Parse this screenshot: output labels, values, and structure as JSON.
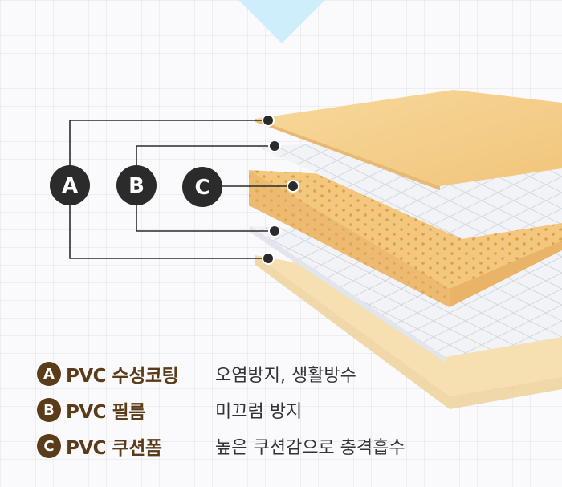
{
  "colors": {
    "brown_accent": "#5a3c1a",
    "marker_dark": "#2b2b2b",
    "foam_orange": "#f3c87e",
    "coating_peach": "#f5d290",
    "film_white": "#f1f3f7",
    "sky_triangle": "#cfeefb"
  },
  "markers": [
    {
      "letter": "A",
      "icon": "marker-a-icon"
    },
    {
      "letter": "B",
      "icon": "marker-b-icon"
    },
    {
      "letter": "C",
      "icon": "marker-c-icon"
    }
  ],
  "legend": [
    {
      "letter": "A",
      "name": "PVC 수성코팅",
      "description": "오염방지, 생활방수"
    },
    {
      "letter": "B",
      "name": "PVC 필름",
      "description": "미끄럼 방지"
    },
    {
      "letter": "C",
      "name": "PVC 쿠션폼",
      "description": "높은 쿠션감으로 충격흡수"
    }
  ]
}
